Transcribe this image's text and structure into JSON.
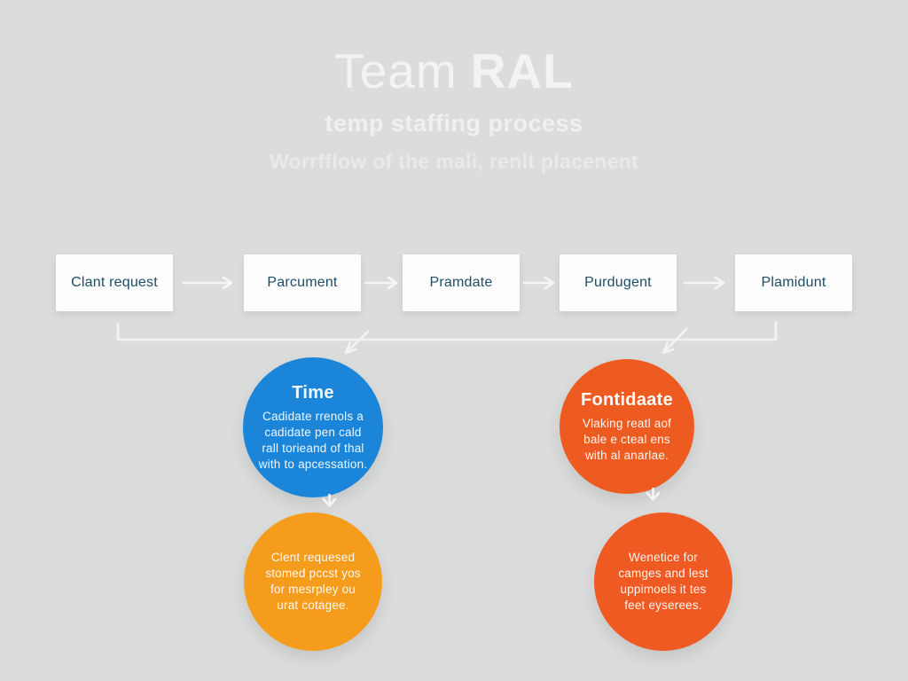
{
  "header": {
    "title_light": "Team",
    "title_bold": "RAL",
    "subtitle": "temp staffing process",
    "tagline": "Worrfflow of the mali, renlt placenent"
  },
  "process": {
    "steps": [
      {
        "label": "Clant request"
      },
      {
        "label": "Parcument"
      },
      {
        "label": "Pramdate"
      },
      {
        "label": "Purdugent"
      },
      {
        "label": "Plamidunt"
      }
    ]
  },
  "bubbles": [
    {
      "title": "Time",
      "lines": [
        "Cadidate rrenols a",
        "cadidate pen cald",
        "rall torieand of thal",
        "with to apcessation."
      ],
      "color": "#1b86d9"
    },
    {
      "title": "Fontidaate",
      "lines": [
        "Vlaking reatl aof",
        "bale e cteal ens",
        "with al anarlae."
      ],
      "color": "#ee5b20"
    },
    {
      "lines": [
        "Clent requesed",
        "stomed pccst yos",
        "for mesrpley ou",
        "urat cotagee."
      ],
      "color": "#f59c1d"
    },
    {
      "lines": [
        "Wenetice for",
        "camges and lest",
        "uppimoels it tes",
        "feet eyserees."
      ],
      "color": "#ef5a22"
    }
  ],
  "colors": {
    "background": "#dbdcdc",
    "box_fill": "#fdfdfd",
    "box_text": "#1d4d66",
    "connector": "#f4f4f4",
    "header_text": "#f2f2f2"
  }
}
